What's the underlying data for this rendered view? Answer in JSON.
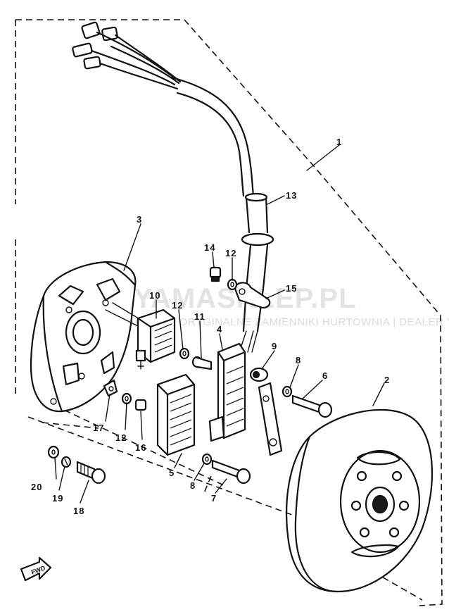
{
  "watermark": {
    "title": "YAMASKLEP.PL",
    "subtitle": "CZĘŚCI ORYGINALNE ZAMIENNIKI HURTOWNIA | DEALER YAMAHA",
    "accent_color": "#e8a0a0"
  },
  "direction_marker": "FWD",
  "callouts": [
    {
      "id": "1",
      "label": "1"
    },
    {
      "id": "2",
      "label": "2"
    },
    {
      "id": "3",
      "label": "3"
    },
    {
      "id": "4",
      "label": "4"
    },
    {
      "id": "5",
      "label": "5"
    },
    {
      "id": "6",
      "label": "6"
    },
    {
      "id": "7",
      "label": "7"
    },
    {
      "id": "8a",
      "label": "8"
    },
    {
      "id": "8b",
      "label": "8"
    },
    {
      "id": "9",
      "label": "9"
    },
    {
      "id": "10",
      "label": "10"
    },
    {
      "id": "11",
      "label": "11"
    },
    {
      "id": "12a",
      "label": "12"
    },
    {
      "id": "12b",
      "label": "12"
    },
    {
      "id": "12c",
      "label": "12"
    },
    {
      "id": "13",
      "label": "13"
    },
    {
      "id": "14",
      "label": "14"
    },
    {
      "id": "15",
      "label": "15"
    },
    {
      "id": "16",
      "label": "16"
    },
    {
      "id": "17",
      "label": "17"
    },
    {
      "id": "18",
      "label": "18"
    },
    {
      "id": "19",
      "label": "19"
    },
    {
      "id": "20",
      "label": "20"
    }
  ]
}
